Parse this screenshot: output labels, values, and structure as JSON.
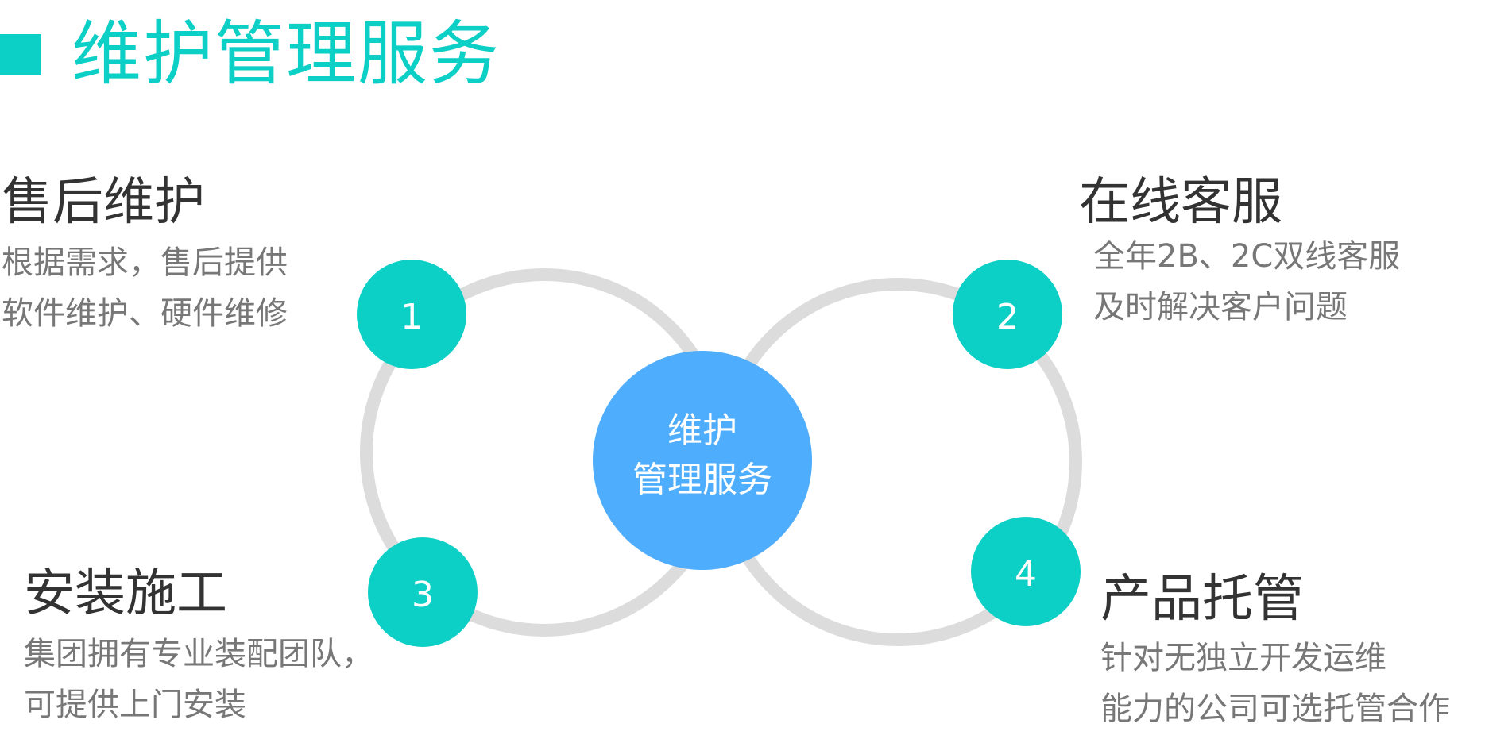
{
  "title": "维护管理服务",
  "center": {
    "line1": "维护",
    "line2": "管理服务"
  },
  "nodes": [
    {
      "num": "1",
      "heading": "售后维护",
      "desc": [
        "根据需求，售后提供",
        "软件维护、硬件维修"
      ]
    },
    {
      "num": "2",
      "heading": "在线客服",
      "desc": [
        "全年2B、2C双线客服",
        "及时解决客户问题"
      ]
    },
    {
      "num": "3",
      "heading": "安装施工",
      "desc": [
        "集团拥有专业装配团队，",
        "可提供上门安装"
      ]
    },
    {
      "num": "4",
      "heading": "产品托管",
      "desc": [
        "针对无独立开发运维",
        "能力的公司可选托管合作"
      ]
    }
  ],
  "colors": {
    "accent": "#0ccfc6",
    "center": "#4fadfd",
    "ring": "#dcdcdc",
    "heading": "#333333",
    "desc": "#777777"
  }
}
